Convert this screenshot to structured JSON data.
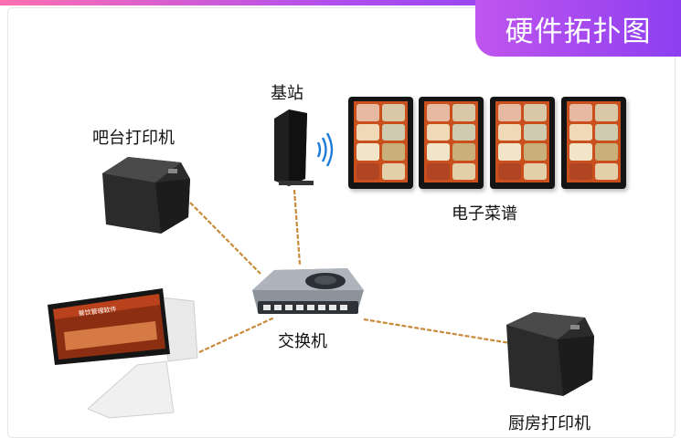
{
  "header": {
    "badge_title": "硬件拓扑图"
  },
  "devices": {
    "base_station": "基站",
    "bar_printer": "吧台打印机",
    "electronic_menu": "电子菜谱",
    "switch": "交换机",
    "kitchen_printer": "厨房打印机"
  },
  "pos_screen": {
    "app_title": "餐饮管理软件"
  },
  "colors": {
    "accent": "#a048f0",
    "cable": "#c98a3a"
  },
  "icons": [
    "wifi-signal-icon",
    "ethernet-ports-icon"
  ]
}
